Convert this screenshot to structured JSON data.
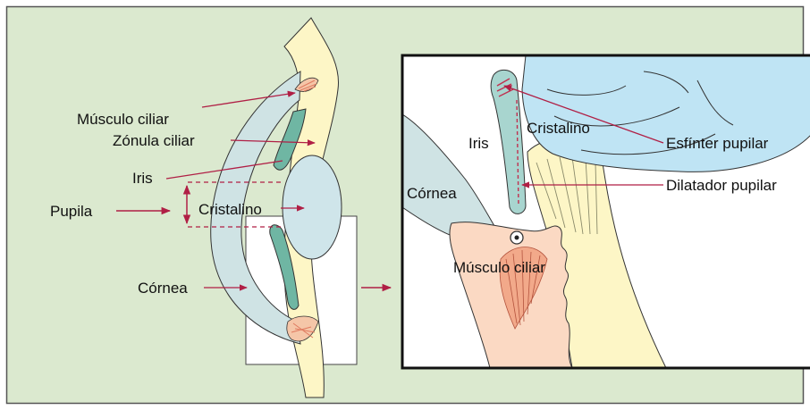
{
  "colors": {
    "background": "#dbe9cf",
    "frame": "#555555",
    "sclera": "#fdf6c6",
    "cornea": "#cfe3e4",
    "lens": "#cfe5ea",
    "iris": "#6fb6a3",
    "lens_zoom": "#bfe4f4",
    "muscle": "#f5c6a8",
    "muscle_dark": "#e07a5f",
    "arrow": "#b01f45"
  },
  "left_panel": {
    "labels": {
      "musculo_ciliar": "Músculo ciliar",
      "zonula_ciliar": "Zónula ciliar",
      "iris": "Iris",
      "pupila": "Pupila",
      "cristalino": "Cristalino",
      "cornea": "Córnea"
    }
  },
  "zoom_panel": {
    "labels": {
      "iris": "Iris",
      "cristalino": "Cristalino",
      "cornea": "Córnea",
      "musculo_ciliar": "Músculo ciliar",
      "esfinter_pupilar": "Esfínter pupilar",
      "dilatador_pupilar": "Dilatador pupilar"
    }
  }
}
